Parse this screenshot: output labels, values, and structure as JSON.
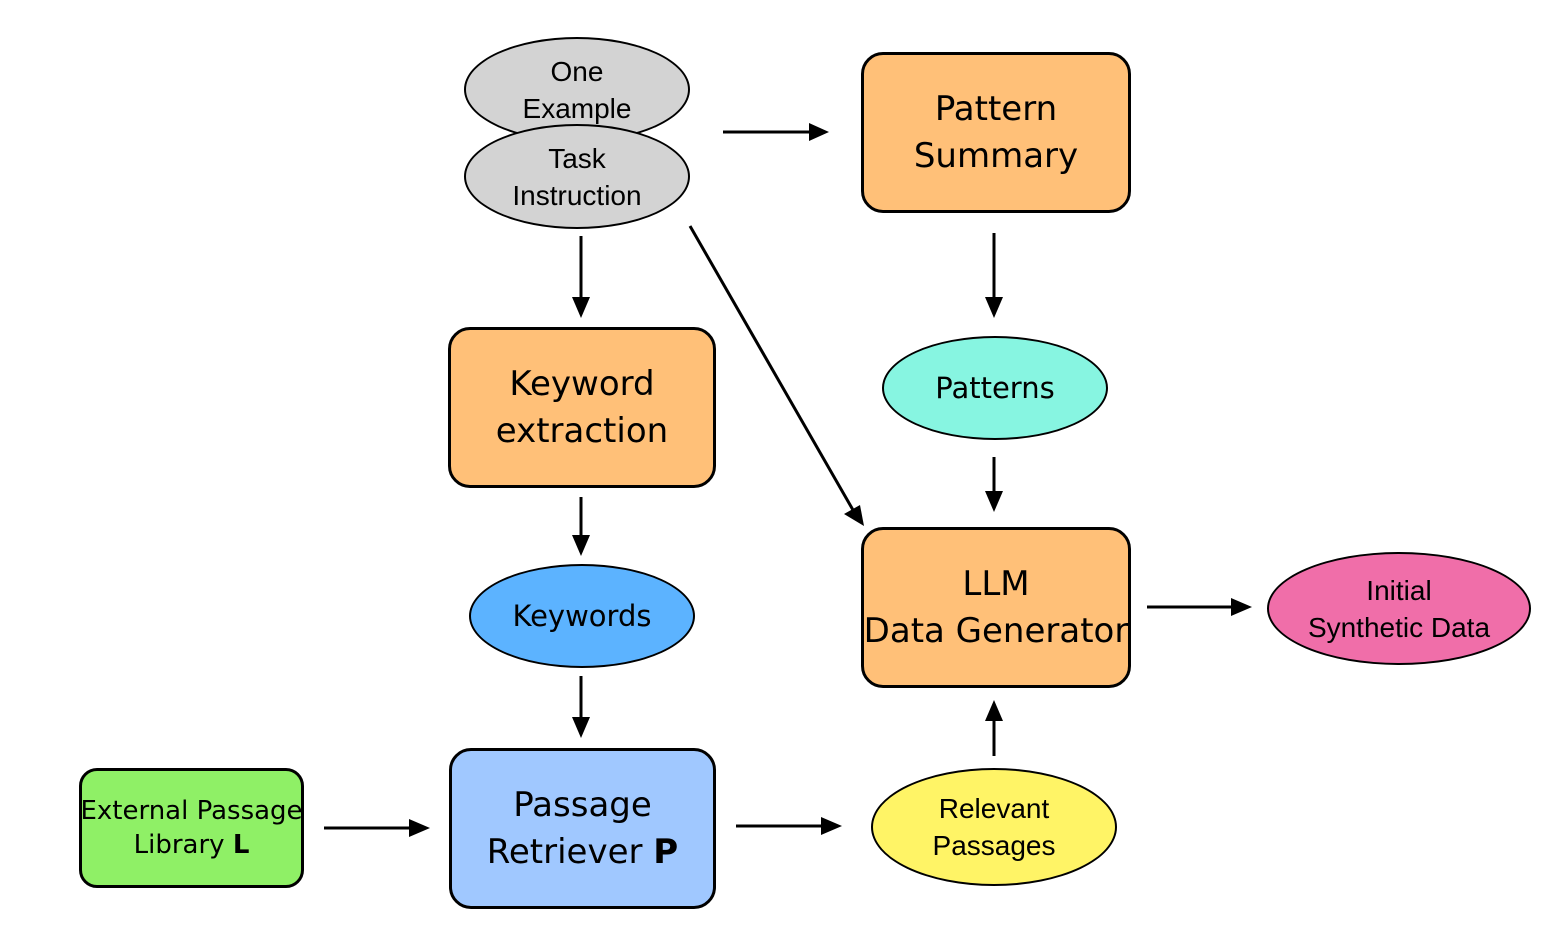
{
  "nodes": {
    "one_example": {
      "lines": [
        "One",
        "Example"
      ],
      "color": "#d3d3d3"
    },
    "task_instruction": {
      "lines": [
        "Task",
        "Instruction"
      ],
      "color": "#d3d3d3"
    },
    "pattern_summary": {
      "lines": [
        "Pattern",
        "Summary"
      ],
      "color": "#ffc078"
    },
    "patterns": {
      "lines": [
        "Patterns"
      ],
      "color": "#87f5e1"
    },
    "keyword_extraction": {
      "lines": [
        "Keyword",
        "extraction"
      ],
      "color": "#ffc078"
    },
    "keywords": {
      "lines": [
        "Keywords"
      ],
      "color": "#5cb3ff"
    },
    "llm_generator": {
      "lines": [
        "LLM",
        "Data Generator"
      ],
      "color": "#ffc078"
    },
    "initial_synthetic": {
      "lines": [
        "Initial",
        "Synthetic Data"
      ],
      "color": "#f06ea9"
    },
    "external_library": {
      "line1": "External Passage",
      "line2_text": "Library ",
      "line2_bold": "L",
      "color": "#8ff066"
    },
    "passage_retriever": {
      "line1": "Passage",
      "line2_text": "Retriever ",
      "line2_bold": "P",
      "color": "#a0c8ff"
    },
    "relevant_passages": {
      "lines": [
        "Relevant",
        "Passages"
      ],
      "color": "#fff466"
    }
  },
  "edges": [
    {
      "from": "example-task",
      "to": "pattern-summary"
    },
    {
      "from": "task-instruction",
      "to": "keyword-extraction"
    },
    {
      "from": "task-instruction",
      "to": "llm-data-generator"
    },
    {
      "from": "pattern-summary",
      "to": "patterns"
    },
    {
      "from": "patterns",
      "to": "llm-data-generator"
    },
    {
      "from": "keyword-extraction",
      "to": "keywords"
    },
    {
      "from": "keywords",
      "to": "passage-retriever"
    },
    {
      "from": "external-passage-library",
      "to": "passage-retriever"
    },
    {
      "from": "passage-retriever",
      "to": "relevant-passages"
    },
    {
      "from": "relevant-passages",
      "to": "llm-data-generator"
    },
    {
      "from": "llm-data-generator",
      "to": "initial-synthetic-data"
    }
  ]
}
